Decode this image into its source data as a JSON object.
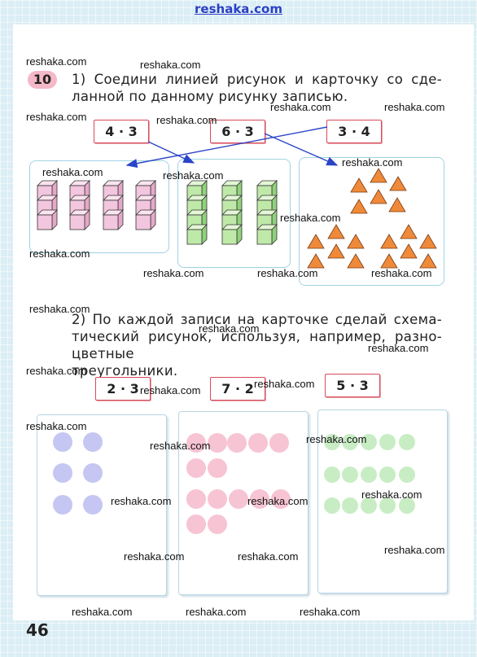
{
  "header": {
    "site": "reshaka.com"
  },
  "task": {
    "number": "10",
    "part1": {
      "line1": "1) Соедини линией рисунок и карточку со сде-",
      "line2": "ланной по данному рисунку записью."
    },
    "cards1": [
      "4 · 3",
      "6 · 3",
      "3 · 4"
    ],
    "part2": {
      "line1": "2) По каждой записи на карточке сделай схема-",
      "line2": "тический рисунок, используя, например, разно-",
      "line3": "цветные треугольники."
    },
    "cards2": [
      "2 · 3",
      "7 · 2",
      "5 · 3"
    ]
  },
  "colors": {
    "cube_pink": "#f2c6df",
    "cube_green": "#bfe9a8",
    "triangle": "#ef8a3a",
    "arrow": "#2a44c8",
    "card_border": "#d84a5a"
  },
  "watermark": "reshaka.com",
  "page_number": "46"
}
